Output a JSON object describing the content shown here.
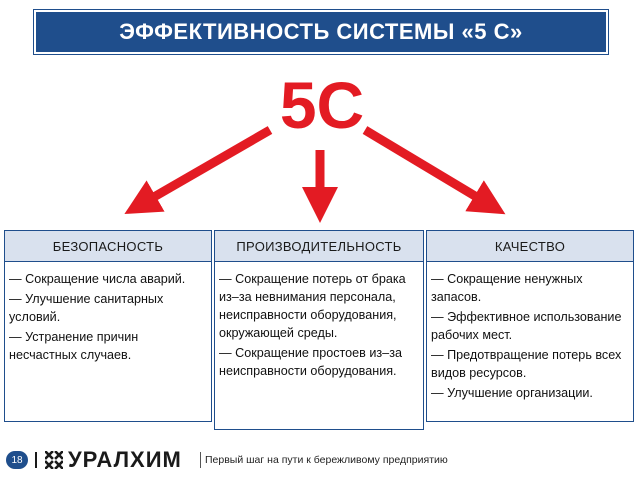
{
  "title": "ЭФФЕКТИВНОСТЬ СИСТЕМЫ «5 С»",
  "center_label": "5С",
  "accent_color": "#e31b23",
  "header_color": "#1f4e8c",
  "columns": [
    {
      "header": "БЕЗОПАСНОСТЬ",
      "items": [
        "— Сокращение числа аварий.",
        "— Улучшение санитарных условий.",
        "— Устранение причин несчастных случаев."
      ]
    },
    {
      "header": "ПРОИЗВОДИТЕЛЬНОСТЬ",
      "items": [
        "— Сокращение потерь от брака из–за невнимания персонала, неисправности оборудования, окружающей среды.",
        "— Сокращение простоев из–за неисправности оборудования."
      ]
    },
    {
      "header": "КАЧЕСТВО",
      "items": [
        "— Сокращение ненужных запасов.",
        "— Эффективное использование рабочих мест.",
        "— Предотвращение потерь всех видов ресурсов.",
        "— Улучшение организации."
      ]
    }
  ],
  "footer": {
    "page_number": "18",
    "logo_text": "УРАЛХИМ",
    "tagline": "Первый шаг на пути к бережливому предприятию"
  }
}
